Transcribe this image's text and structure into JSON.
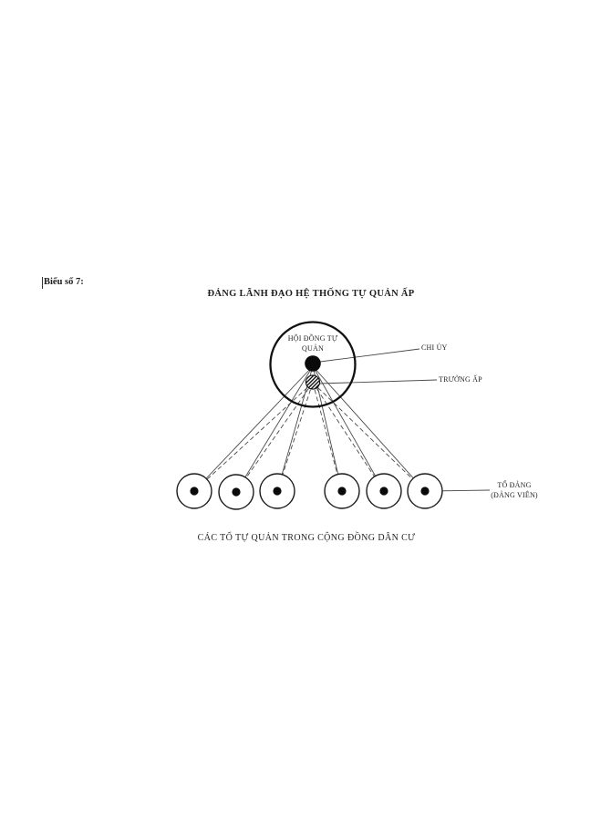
{
  "page": {
    "figure_label": "Biểu số 7:",
    "title": "ĐẢNG LÃNH ĐẠO HỆ THỐNG TỰ QUẢN ẤP",
    "caption": "CÁC TỔ TỰ QUẢN TRONG CỘNG ĐỒNG DÂN CƯ"
  },
  "diagram": {
    "hub": {
      "label_line1": "HỘI ĐỒNG TỰ",
      "label_line2": "QUẢN"
    },
    "labels": {
      "chi_uy": "CHI ỦY",
      "truong_ap": "TRƯỞNG ẤP",
      "to_dang_line1": "TỔ ĐẢNG",
      "to_dang_line2": "(ĐẢNG VIÊN)"
    },
    "groups_count": 6,
    "link_styles": {
      "from_chi_uy": "solid",
      "from_truong_ap": "dashed"
    },
    "colors": {
      "ink": "#1f1f1f",
      "line": "#4a4a4a",
      "paper": "#ffffff"
    }
  }
}
